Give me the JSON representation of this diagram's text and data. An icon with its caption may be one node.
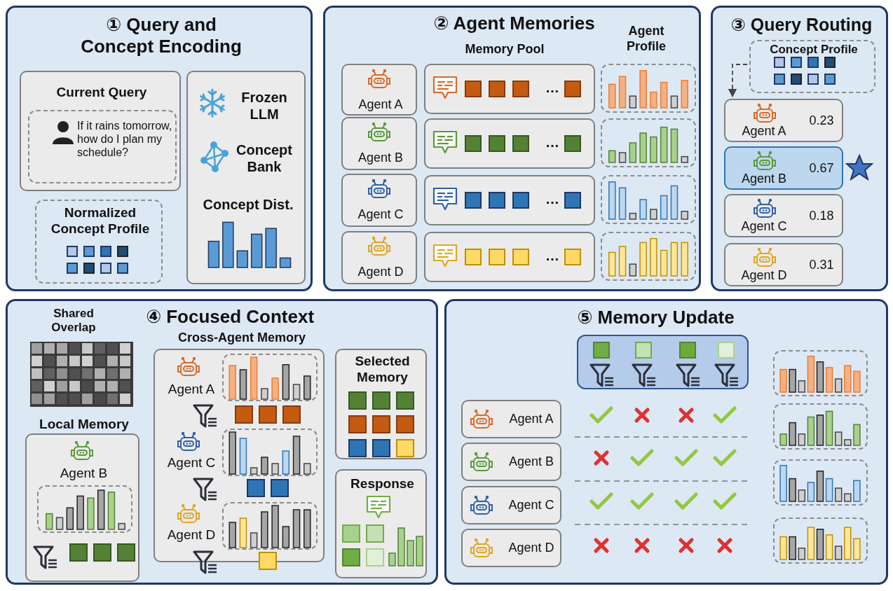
{
  "diagram": {
    "nodes": [
      {
        "text": [
          "① Query and Concept Encoding"
        ]
      },
      {
        "text": [
          "Current Query"
        ],
        "in": 0
      },
      {
        "text": [
          "If it rains tomorrow, how do I plan my schedule?"
        ],
        "in": 1
      },
      {
        "text": [
          "Normalized Concept Profile"
        ],
        "in": 0
      },
      {
        "text": [
          "Frozen LLM",
          "Concept Bank",
          "Concept Dist."
        ],
        "in": 0
      },
      {
        "text": [
          "② Agent Memories"
        ]
      },
      {
        "text": [
          "Agent A"
        ],
        "in": 5
      },
      {
        "text": [
          "Agent B"
        ],
        "in": 5
      },
      {
        "text": [
          "Agent C"
        ],
        "in": 5
      },
      {
        "text": [
          "Agent D"
        ],
        "in": 5
      },
      {
        "text": [
          "…"
        ],
        "in": 5
      },
      {
        "text": [
          "…"
        ],
        "in": 5
      },
      {
        "text": [
          "…"
        ],
        "in": 5
      },
      {
        "text": [
          "…"
        ],
        "in": 5
      },
      {
        "text": [],
        "shape": "box",
        "in": 5
      },
      {
        "text": [],
        "shape": "box",
        "in": 5
      },
      {
        "text": [],
        "shape": "box",
        "in": 5
      },
      {
        "text": [],
        "shape": "box",
        "in": 5
      },
      {
        "text": [
          "③ Query Routing"
        ]
      },
      {
        "text": [
          "Concept Profile"
        ],
        "in": 18
      },
      {
        "text": [
          "Agent A",
          "0.23"
        ],
        "in": 18
      },
      {
        "text": [
          "Agent B",
          "0.67"
        ],
        "in": 18
      },
      {
        "text": [
          "Agent C",
          "0.18"
        ],
        "in": 18
      },
      {
        "text": [
          "Agent D",
          "0.31"
        ],
        "in": 18
      },
      {
        "text": [
          "④ Focused Context"
        ]
      },
      {
        "text": [
          "Local Memory",
          "Agent B"
        ],
        "in": 24
      },
      {
        "text": [],
        "shape": "box",
        "in": 25
      },
      {
        "text": [
          "Cross-Agent Memory",
          "Agent A",
          "Agent C",
          "Agent D"
        ],
        "in": 24
      },
      {
        "text": [],
        "shape": "box",
        "in": 27
      },
      {
        "text": [],
        "shape": "box",
        "in": 27
      },
      {
        "text": [],
        "shape": "box",
        "in": 27
      },
      {
        "text": [
          "Selected Memory"
        ],
        "in": 24
      },
      {
        "text": [
          "Response"
        ],
        "in": 24
      },
      {
        "text": [
          "⑤ Memory Update"
        ]
      },
      {
        "text": [],
        "shape": "box",
        "in": 33
      },
      {
        "text": [
          "Agent A"
        ],
        "in": 33
      },
      {
        "text": [
          "Agent B"
        ],
        "in": 33
      },
      {
        "text": [
          "Agent C"
        ],
        "in": 33
      },
      {
        "text": [
          "Agent D"
        ],
        "in": 33
      },
      {
        "text": [],
        "shape": "box",
        "in": 33
      },
      {
        "text": [],
        "shape": "box",
        "in": 33
      },
      {
        "text": [],
        "shape": "box",
        "in": 33
      },
      {
        "text": [],
        "shape": "box",
        "in": 33
      }
    ],
    "edges": [
      {
        "from": 19,
        "to": 20,
        "arrow": "to",
        "style": "dashed"
      }
    ],
    "labels": [
      "Memory Pool",
      "Agent Profile",
      "Shared Overlap"
    ]
  }
}
